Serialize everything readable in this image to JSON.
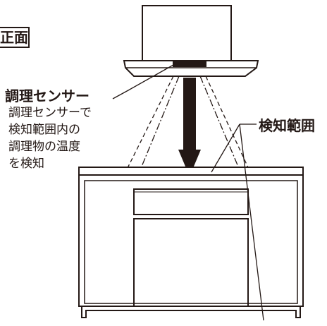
{
  "view_label": "正面",
  "sensor": {
    "title": "調理センサー",
    "description_lines": [
      "調理センサーで",
      "検知範囲内の",
      "調理物の温度",
      "を検知"
    ]
  },
  "detection_area": {
    "title": "検知範囲"
  }
}
